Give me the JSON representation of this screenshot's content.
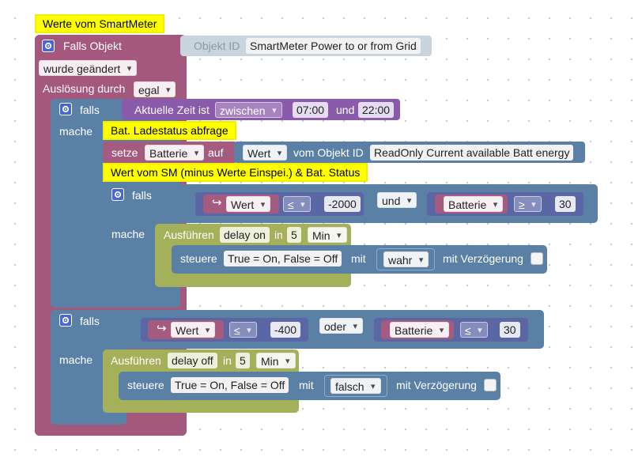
{
  "script": {
    "comment_main": "Werte vom SmartMeter",
    "trigger": {
      "label": "Falls Objekt",
      "object_id_label": "Objekt ID",
      "object_id_value": "SmartMeter Power to or from Grid",
      "condition_value": "wurde geändert",
      "trigger_by_label": "Auslösung durch",
      "trigger_by_value": "egal"
    },
    "if1": {
      "falls_label": "falls",
      "mache_label": "mache",
      "condition": {
        "time_label": "Aktuelle Zeit ist",
        "op": "zwischen",
        "from": "07:00",
        "und": "und",
        "to": "22:00"
      },
      "comment_bat": "Bat. Ladestatus abfrage",
      "set": {
        "setze": "setze",
        "var": "Batterie",
        "auf": "auf",
        "value": "Wert",
        "from_obj": "vom Objekt ID",
        "obj_value": "ReadOnly Current available Batt energy"
      },
      "comment_sm": "Wert vom SM (minus Werte Einspei.) & Bat. Status",
      "if2": {
        "falls_label": "falls",
        "mache_label": "mache",
        "left": {
          "var": "Wert",
          "op": "≤",
          "num": "-2000"
        },
        "logic": "und",
        "right": {
          "var": "Batterie",
          "op": "≥",
          "num": "30"
        },
        "exec": {
          "label": "Ausführen",
          "name": "delay on",
          "in": "in",
          "num": "5",
          "unit": "Min",
          "control_label": "steuere",
          "control_field": "True = On, False = Off",
          "mit": "mit",
          "value": "wahr",
          "delay_label": "mit Verzögerung"
        }
      }
    },
    "if3": {
      "falls_label": "falls",
      "mache_label": "mache",
      "left": {
        "var": "Wert",
        "op": "≤",
        "num": "-400"
      },
      "logic": "oder",
      "right": {
        "var": "Batterie",
        "op": "≤",
        "num": "30"
      },
      "exec": {
        "label": "Ausführen",
        "name": "delay off",
        "in": "in",
        "num": "5",
        "unit": "Min",
        "control_label": "steuere",
        "control_field": "True = On, False = Off",
        "mit": "mit",
        "value": "falsch",
        "delay_label": "mit Verzögerung"
      }
    }
  },
  "colors": {
    "event": "#a5587d",
    "control": "#5b80a5",
    "logic": "#5b80a5",
    "variable": "#a55b80",
    "math": "#5b67a5",
    "timer": "#a5b05b",
    "purple": "#8a5bab",
    "comment": "#ffff00"
  },
  "icons": {
    "gear": "gear-icon",
    "arrow": "return-arrow-icon",
    "checkbox": "checkbox-icon"
  }
}
